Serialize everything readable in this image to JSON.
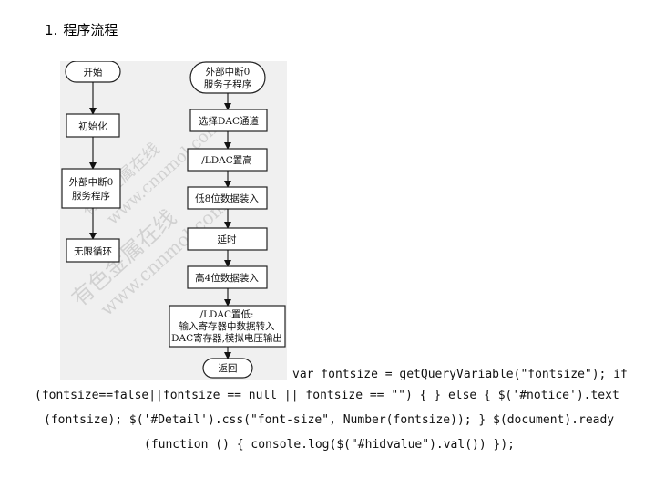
{
  "heading": {
    "number": "1.",
    "title": "程序流程"
  },
  "flowchart": {
    "left": {
      "start": "开始",
      "init": "初始化",
      "isr_line1": "外部中断0",
      "isr_line2": "服务程序",
      "loop": "无限循环"
    },
    "right": {
      "start_line1": "外部中断0",
      "start_line2": "服务子程序",
      "select": "选择DAC通道",
      "ldac_high": "/LDAC置高",
      "low8": "低8位数据装入",
      "delay": "延时",
      "high4": "高4位数据装入",
      "ldac_low_line1": "/LDAC置低:",
      "ldac_low_line2": "输入寄存器中数据转入",
      "ldac_low_line3": "DAC寄存器,模拟电压输出",
      "return": "返回"
    },
    "watermark": {
      "chinese": "有色金属在线",
      "url": "www.cnnmol.com"
    }
  },
  "code_lines": [
    "var fontsize = getQueryVariable(\"fontsize\"); if",
    "(fontsize==false||fontsize == null || fontsize == \"\") { } else { $('#notice').text",
    "(fontsize); $('#Detail').css(\"font-size\", Number(fontsize)); } $(document).ready",
    "(function () { console.log($(\"#hidvalue\").val()) });"
  ]
}
